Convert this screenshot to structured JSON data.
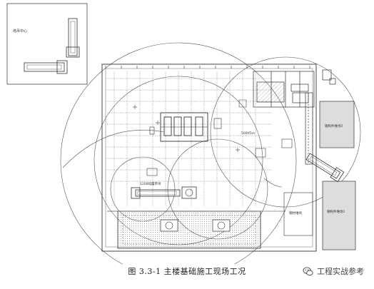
{
  "figure": {
    "caption": "图 3.3-1  主楼基础施工现场工况",
    "watermark": "工程实战参考",
    "watermark_icon": "wechat-logo-icon"
  },
  "labels": {
    "inset_label": "塔吊中心",
    "crane_note_1": "1200吨履带吊",
    "crane_note_2": "500t/5m",
    "right_label_top": "钢构件堆场2",
    "right_label_bottom": "钢构件堆场1",
    "right_label_mid": "钢材堆场"
  },
  "colors": {
    "line": "#3a3a3a",
    "grid": "#6a6a6a",
    "hatch": "#9a9a9a",
    "stockyard": "#dddddd"
  }
}
